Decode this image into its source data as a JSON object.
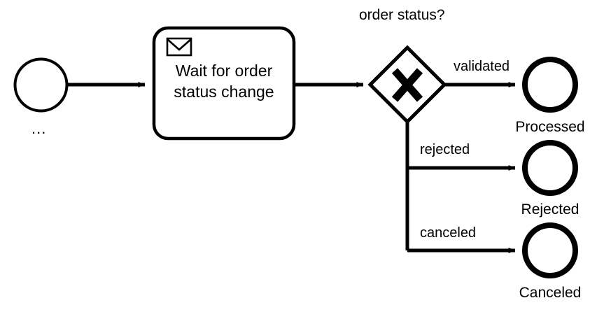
{
  "diagram": {
    "type": "bpmn-process",
    "background_color": "#ffffff",
    "stroke_color": "#000000"
  },
  "start_event": {
    "name": "start-event",
    "shape": "circle-thin",
    "label": "..."
  },
  "task": {
    "name": "receive-task",
    "shape": "rounded-rectangle",
    "marker": "envelope-icon",
    "text_line_1": "Wait for order",
    "text_line_2": "status change"
  },
  "gateway": {
    "name": "exclusive-gateway",
    "shape": "diamond",
    "marker": "X",
    "label": "order status?"
  },
  "flows": [
    {
      "name": "flow-validated",
      "label": "validated"
    },
    {
      "name": "flow-rejected",
      "label": "rejected"
    },
    {
      "name": "flow-canceled",
      "label": "canceled"
    }
  ],
  "end_events": [
    {
      "name": "end-event-processed",
      "label": "Processed",
      "shape": "circle-thick"
    },
    {
      "name": "end-event-rejected",
      "label": "Rejected",
      "shape": "circle-thick"
    },
    {
      "name": "end-event-canceled",
      "label": "Canceled",
      "shape": "circle-thick"
    }
  ]
}
